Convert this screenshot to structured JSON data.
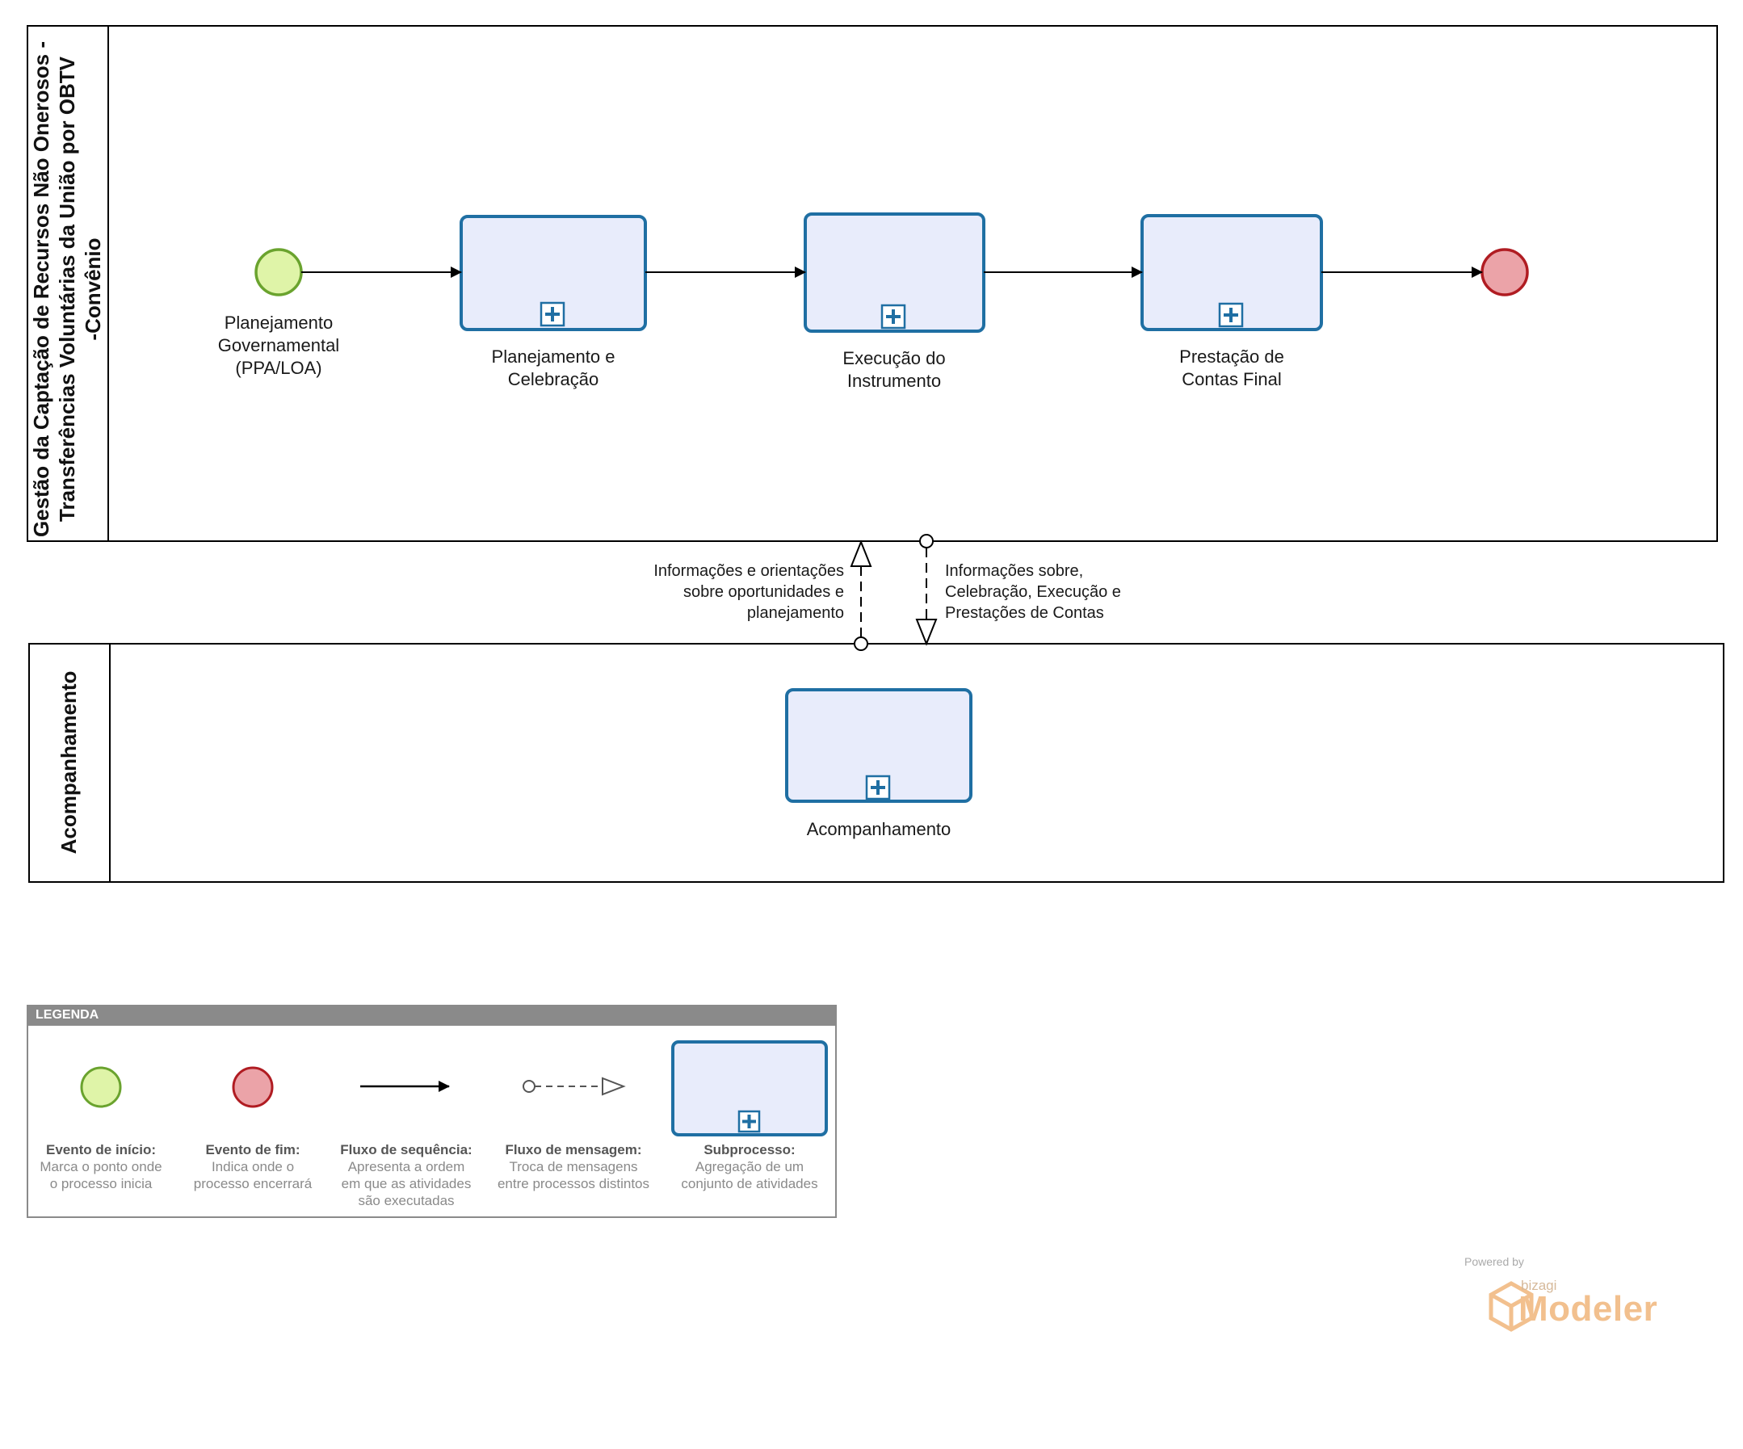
{
  "pools": [
    {
      "name": "Gestão da Captação de Recursos Não Onerosos -\nTransferências Voluntárias da União por OBTV\n-Convênio"
    },
    {
      "name": "Acompanhamento"
    }
  ],
  "events": {
    "start": "Planejamento\nGovernamental\n(PPA/LOA)",
    "end": ""
  },
  "subprocesses": [
    {
      "label": "Planejamento e\nCelebração"
    },
    {
      "label": "Execução do\nInstrumento"
    },
    {
      "label": "Prestação de\nContas Final"
    },
    {
      "label": "Acompanhamento"
    }
  ],
  "message_flows": [
    {
      "label": "Informações e orientações\nsobre oportunidades e\nplanejamento"
    },
    {
      "label": "Informações sobre,\nCelebração, Execução e\nPrestações de Contas"
    }
  ],
  "legend": {
    "title": "LEGENDA",
    "items": [
      {
        "title": "Evento de início:",
        "desc": "Marca o ponto onde\no processo inicia"
      },
      {
        "title": "Evento de fim:",
        "desc": "Indica onde o\nprocesso encerrará"
      },
      {
        "title": "Fluxo de sequência:",
        "desc": "Apresenta a ordem\nem que as atividades\nsão executadas"
      },
      {
        "title": "Fluxo de mensagem:",
        "desc": "Troca de mensagens\nentre processos distintos"
      },
      {
        "title": "Subprocesso:",
        "desc": "Agregação de um\nconjunto de atividades"
      }
    ]
  },
  "branding": {
    "powered_by": "Powered by",
    "vendor": "bizagi",
    "product": "Modeler"
  },
  "colors": {
    "task_fill": "#e8ecfb",
    "task_stroke": "#1f6fa3",
    "start_fill": "#dff4a8",
    "start_stroke": "#6aa32e",
    "end_fill": "#eba3a8",
    "end_stroke": "#b01c22"
  }
}
